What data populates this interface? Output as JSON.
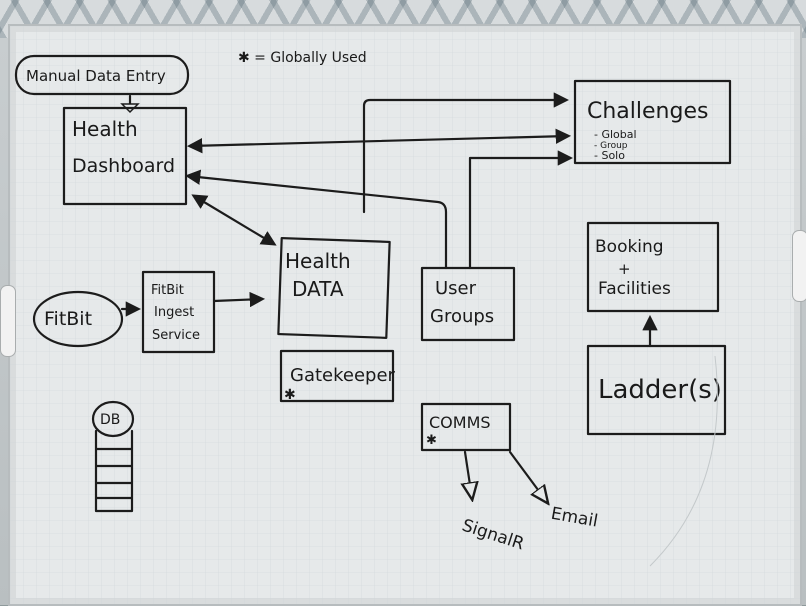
{
  "legend": "✱ = Globally Used",
  "boxes": {
    "manual_entry": "Manual Data Entry",
    "dashboard_l1": "Health",
    "dashboard_l2": "Dashboard",
    "challenges_title": "Challenges",
    "challenges_items": [
      "- Global",
      "- Group",
      "- Solo"
    ],
    "health_data_l1": "Health",
    "health_data_l2": "DATA",
    "user_groups_l1": "User",
    "user_groups_l2": "Groups",
    "booking_l1": "Booking",
    "booking_l2": "+",
    "booking_l3": "Facilities",
    "fitbit": "FitBit",
    "fitbit_ingest_l1": "FitBit",
    "fitbit_ingest_l2": "Ingest",
    "fitbit_ingest_l3": "Service",
    "gatekeeper": "Gatekeeper",
    "gatekeeper_star": "✱",
    "ladder": "Ladder(s)",
    "db": "DB",
    "comms": "COMMS",
    "comms_star": "✱",
    "signalr": "SignalR",
    "email": "Email"
  }
}
